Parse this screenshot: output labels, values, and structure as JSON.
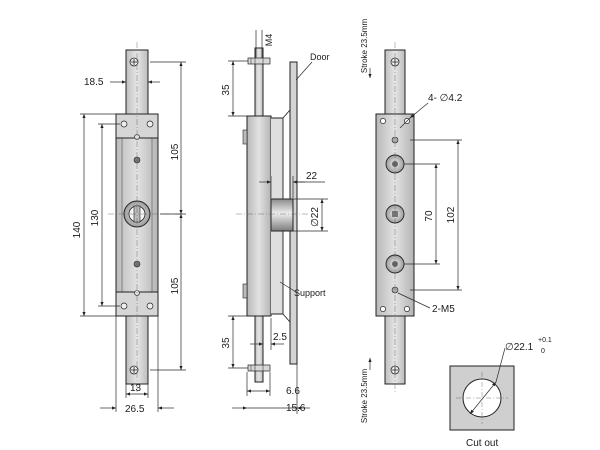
{
  "front_view": {
    "dim_18_5": "18.5",
    "dim_105_top": "105",
    "dim_140": "140",
    "dim_130": "130",
    "dim_105_bottom": "105",
    "dim_13": "13",
    "dim_26_5": "26.5"
  },
  "side_view": {
    "dim_m4": "M4",
    "label_door": "Door",
    "dim_35_top": "35",
    "dim_22": "22",
    "dim_phi22": "∅22",
    "label_support": "Support",
    "dim_2_5": "2.5",
    "dim_35_bottom": "35",
    "dim_6_6": "6.6",
    "dim_15_6": "15.6"
  },
  "rear_view": {
    "stroke_top": "Stroke 23.5mm",
    "dim_holes": "4- ∅4.2",
    "dim_70": "70",
    "dim_102": "102",
    "dim_threads": "2-M5",
    "stroke_bottom": "Stroke 23.5mm"
  },
  "cutout": {
    "dim_diameter": "∅22.1",
    "tol_upper": "+0.1",
    "tol_lower": "0",
    "label": "Cut out"
  },
  "colors": {
    "metal": "#cfcfcf",
    "metal_dark": "#a8a8a8",
    "line": "#222222"
  }
}
